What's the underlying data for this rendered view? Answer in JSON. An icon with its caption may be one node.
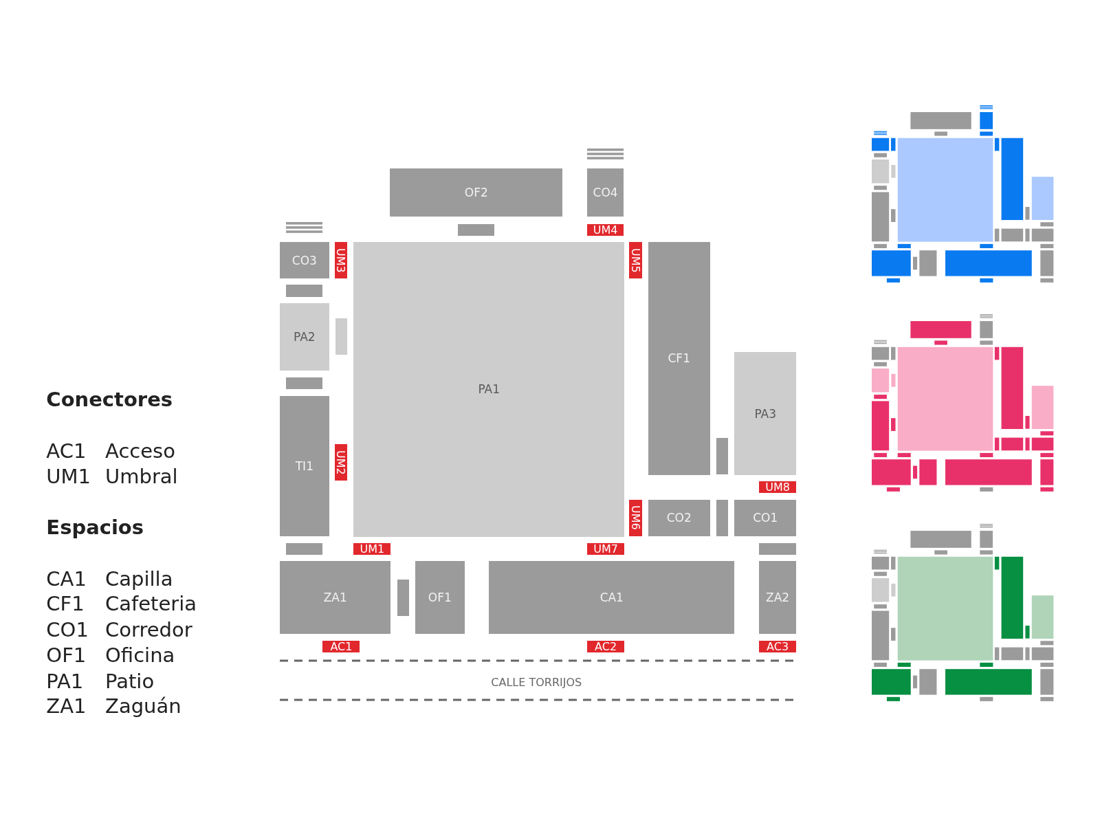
{
  "diagram": {
    "nodes": [
      {
        "text": [
          "OF2"
        ]
      },
      {
        "text": [
          "CO4"
        ]
      },
      {
        "text": [
          "UM4"
        ]
      },
      {
        "text": [
          "CO3"
        ]
      },
      {
        "text": [
          "UM3"
        ]
      },
      {
        "text": [
          "PA1"
        ]
      },
      {
        "text": [
          "UM5"
        ]
      },
      {
        "text": [
          "CF1"
        ]
      },
      {
        "text": [
          "PA2"
        ]
      },
      {
        "text": [
          "PA3"
        ]
      },
      {
        "text": [
          "TI1"
        ]
      },
      {
        "text": [
          "UM2"
        ]
      },
      {
        "text": [
          "UM8"
        ]
      },
      {
        "text": [
          "UM6"
        ]
      },
      {
        "text": [
          "CO2"
        ]
      },
      {
        "text": [
          "CO1"
        ]
      },
      {
        "text": [
          "UM1"
        ]
      },
      {
        "text": [
          "UM7"
        ]
      },
      {
        "text": [
          "ZA1"
        ]
      },
      {
        "text": [
          "OF1"
        ]
      },
      {
        "text": [
          "CA1"
        ]
      },
      {
        "text": [
          "ZA2"
        ]
      },
      {
        "text": [
          "AC1"
        ]
      },
      {
        "text": [
          "AC2"
        ]
      },
      {
        "text": [
          "AC3"
        ]
      }
    ],
    "edges": [],
    "labels": [
      "Conectores",
      "AC1",
      "Acceso",
      "UM1",
      "Umbral",
      "Espacios",
      "CA1",
      "Capilla",
      "CF1",
      "Cafeteria",
      "CO1",
      "Corredor",
      "OF1",
      "Oficina",
      "PA1",
      "Patio",
      "ZA1",
      "Zaguán",
      "CALLE TORRIJOS"
    ]
  }
}
